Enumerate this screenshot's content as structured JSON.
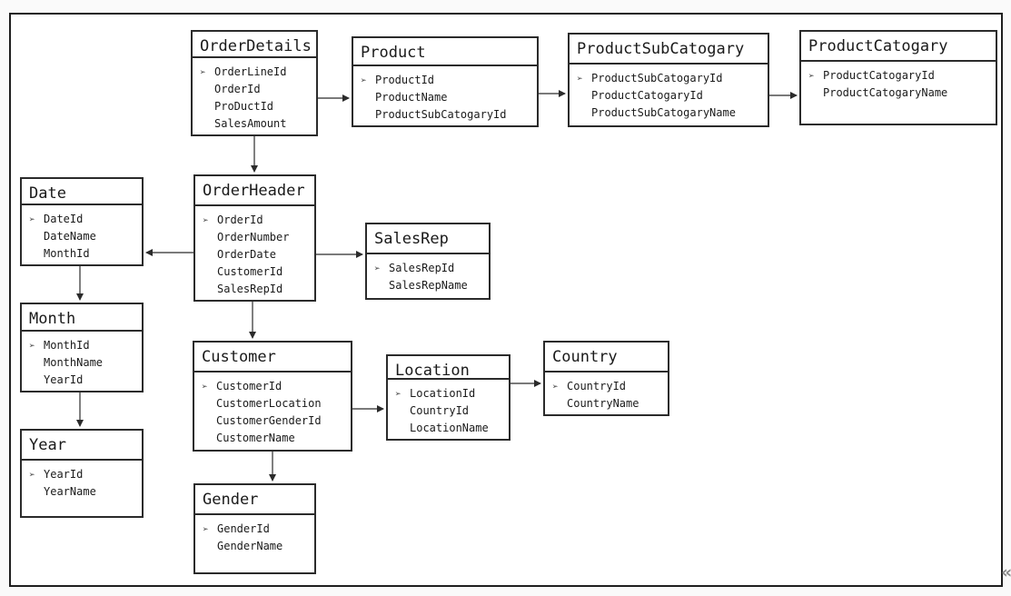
{
  "icons": {
    "primary_key": "➢",
    "collapse_chevron": "«"
  },
  "colors": {
    "box_border": "#2b2b2b",
    "outer_border": "#1f1f1f",
    "connector": "#2b2b2b",
    "background": "#ffffff",
    "chevron": "#8a8a8a"
  },
  "entities": [
    {
      "name": "OrderDetails",
      "fields": [
        "OrderLineId",
        "OrderId",
        "ProDuctId",
        "SalesAmount"
      ]
    },
    {
      "name": "Product",
      "fields": [
        "ProductId",
        "ProductName",
        "ProductSubCatogaryId"
      ]
    },
    {
      "name": "ProductSubCatogary",
      "fields": [
        "ProductSubCatogaryId",
        "ProductCatogaryId",
        "ProductSubCatogaryName"
      ]
    },
    {
      "name": "ProductCatogary",
      "fields": [
        "ProductCatogaryId",
        "ProductCatogaryName"
      ]
    },
    {
      "name": "Date",
      "fields": [
        "DateId",
        "DateName",
        "MonthId"
      ]
    },
    {
      "name": "OrderHeader",
      "fields": [
        "OrderId",
        "OrderNumber",
        "OrderDate",
        "CustomerId",
        "SalesRepId"
      ]
    },
    {
      "name": "SalesRep",
      "fields": [
        "SalesRepId",
        "SalesRepName"
      ]
    },
    {
      "name": "Month",
      "fields": [
        "MonthId",
        "MonthName",
        "YearId"
      ]
    },
    {
      "name": "Year",
      "fields": [
        "YearId",
        "YearName"
      ]
    },
    {
      "name": "Customer",
      "fields": [
        "CustomerId",
        "CustomerLocation",
        "CustomerGenderId",
        "CustomerName"
      ]
    },
    {
      "name": "Location",
      "fields": [
        "LocationId",
        "CountryId",
        "LocationName"
      ]
    },
    {
      "name": "Country",
      "fields": [
        "CountryId",
        "CountryName"
      ]
    },
    {
      "name": "Gender",
      "fields": [
        "GenderId",
        "GenderName"
      ]
    }
  ],
  "relationships": [
    {
      "from": "OrderDetails",
      "to": "Product"
    },
    {
      "from": "Product",
      "to": "ProductSubCatogary"
    },
    {
      "from": "ProductSubCatogary",
      "to": "ProductCatogary"
    },
    {
      "from": "OrderDetails",
      "to": "OrderHeader"
    },
    {
      "from": "OrderHeader",
      "to": "Date"
    },
    {
      "from": "OrderHeader",
      "to": "SalesRep"
    },
    {
      "from": "OrderHeader",
      "to": "Customer"
    },
    {
      "from": "Date",
      "to": "Month"
    },
    {
      "from": "Month",
      "to": "Year"
    },
    {
      "from": "Customer",
      "to": "Location"
    },
    {
      "from": "Location",
      "to": "Country"
    },
    {
      "from": "Customer",
      "to": "Gender"
    }
  ]
}
